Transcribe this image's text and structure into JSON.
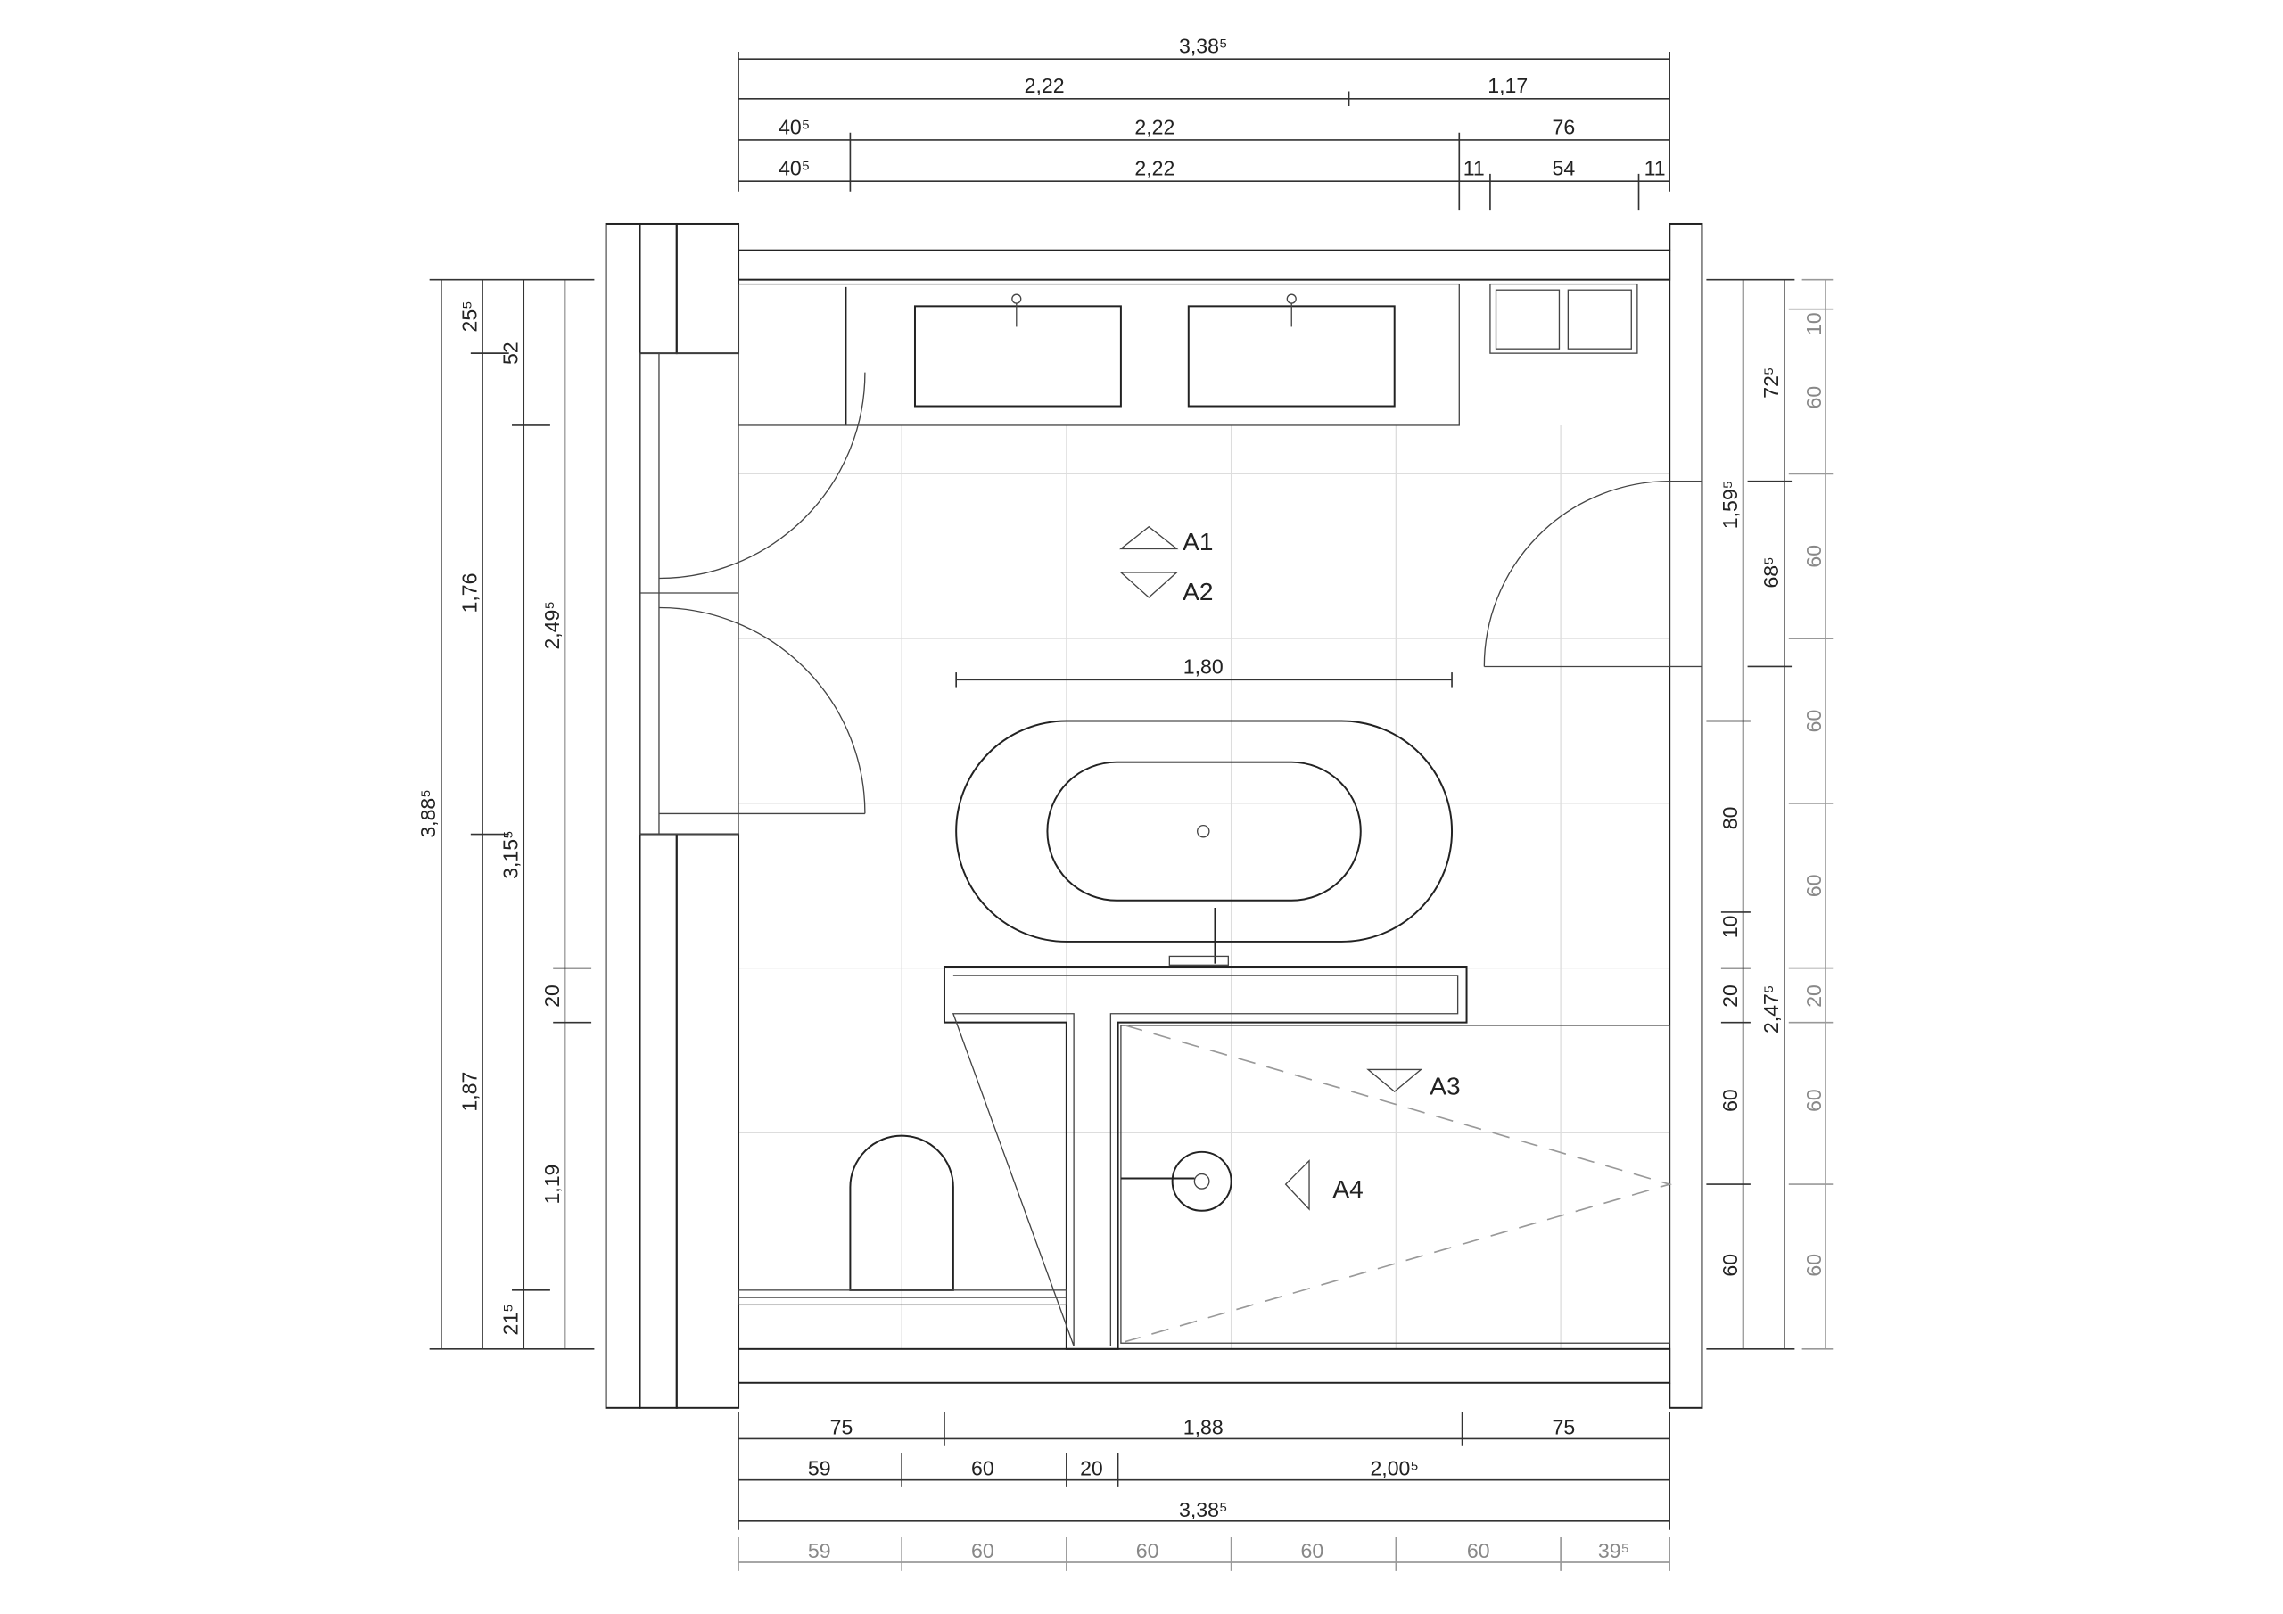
{
  "top_dims": {
    "r1": [
      "3,38⁵"
    ],
    "r2": [
      "2,22",
      "1,17"
    ],
    "r3": [
      "40⁵",
      "2,22",
      "76"
    ],
    "r4": [
      "40⁵",
      "2,22",
      "11",
      "54",
      "11"
    ]
  },
  "bottom_dims": {
    "r1": [
      "75",
      "1,88",
      "75"
    ],
    "r2": [
      "59",
      "60",
      "20",
      "2,00⁵"
    ],
    "r3": [
      "3,38⁵"
    ],
    "r4": [
      "59",
      "60",
      "60",
      "60",
      "60",
      "39⁵"
    ]
  },
  "left_dims": {
    "c1": [
      "3,88⁵"
    ],
    "c2": [
      "25⁵",
      "1,76",
      "1,87"
    ],
    "c3": [
      "52",
      "3,15⁵",
      "21⁵"
    ],
    "c4": [
      "2,49⁵",
      "20",
      "1,19"
    ]
  },
  "right_dims": {
    "c1": [
      "1,59⁵",
      "80",
      "10",
      "20",
      "60",
      "60"
    ],
    "c2": [
      "72⁵",
      "68⁵",
      "2,47⁵"
    ],
    "c3": [
      "10",
      "60",
      "60",
      "60",
      "60",
      "20",
      "60",
      "60"
    ]
  },
  "plan": {
    "tub_length": "1,80",
    "views": [
      "A1",
      "A2",
      "A3",
      "A4"
    ]
  }
}
